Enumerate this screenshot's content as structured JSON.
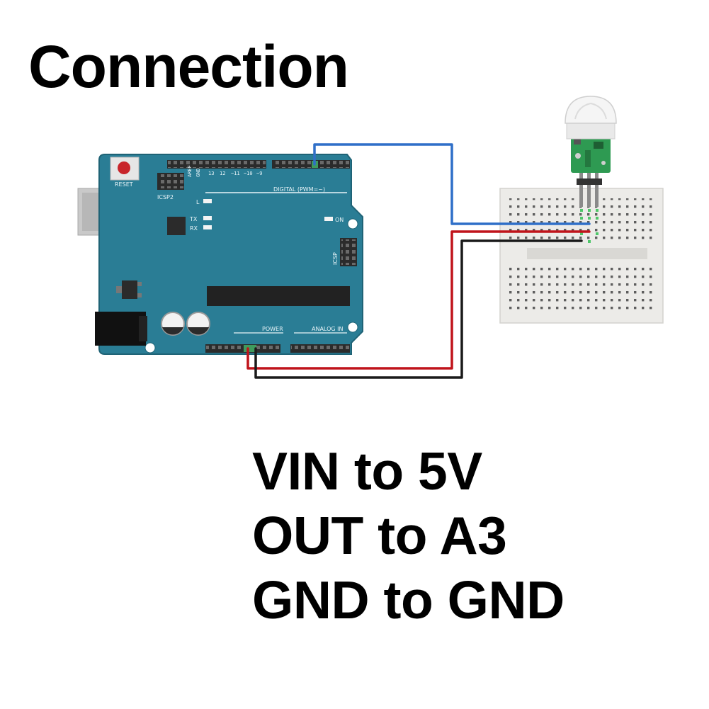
{
  "title": "Connection",
  "board": {
    "reset_label": "RESET",
    "icsp2_label": "ICSP2",
    "icsp_label": "ICSP",
    "l_label": "L",
    "tx_label": "TX",
    "rx_label": "RX",
    "on_label": "ON",
    "digital_label": "DIGITAL (PWM=~)",
    "power_label": "POWER",
    "analog_label": "ANALOG IN",
    "aref_label": "AREF",
    "gnd_label": "GND"
  },
  "instructions": [
    "VIN to 5V",
    "OUT to A3",
    "GND to GND"
  ],
  "colors": {
    "board": "#2a7d95",
    "wire_signal": "#2f6fc8",
    "wire_power": "#c0141b",
    "wire_ground": "#1a1a1a",
    "breadboard": "#ecebe8",
    "sensor_pcb": "#2e9a52"
  }
}
